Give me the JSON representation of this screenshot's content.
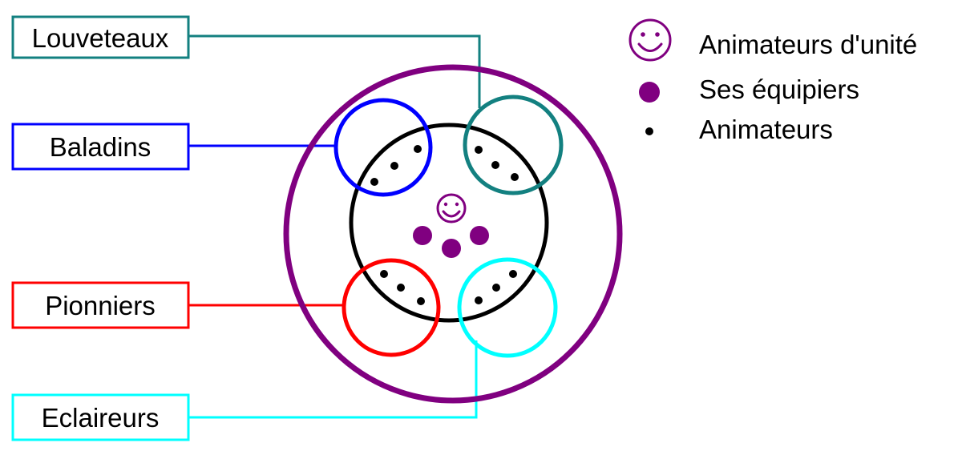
{
  "colors": {
    "unit": "#800080",
    "center": "#000000",
    "louveteaux": "#138080",
    "baladins": "#0000ff",
    "pionniers": "#ff0000",
    "eclaireurs": "#00ffff",
    "staff": "#800080",
    "leader_dot": "#000000"
  },
  "labels": {
    "louveteaux": "Louveteaux",
    "baladins": "Baladins",
    "pionniers": "Pionniers",
    "eclaireurs": "Eclaireurs"
  },
  "legend": {
    "unit_leaders": "Animateurs d'unité",
    "team_members": "Ses équipiers",
    "leaders": "Animateurs"
  },
  "icons": {
    "unit_leader": "smiley-icon",
    "team_member": "large-dot-icon",
    "leader": "small-dot-icon"
  }
}
